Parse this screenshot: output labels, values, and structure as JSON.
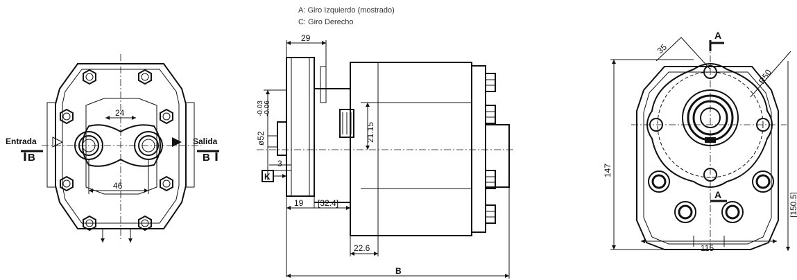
{
  "notes": {
    "line_a": "A: Giro Izquierdo (mostrado)",
    "line_c": "C: Giro Derecho"
  },
  "front_view": {
    "inlet_label": "Entrada",
    "outlet_label": "Salida",
    "section_left": "B",
    "section_right": "B",
    "dim_port_top": "24",
    "dim_port_bottom": "46"
  },
  "side_view": {
    "dim_flange": "29",
    "dim_shaft_dia": "ø52",
    "dim_shaft_tol_upper": "-0.03",
    "dim_shaft_tol_lower": "-0.06",
    "dim_offset": "21.15",
    "dim_key": "3",
    "datum_label": "K",
    "dim_hub": "19",
    "dim_ref": "[32.4]",
    "dim_port_pos": "22.6",
    "dim_length": "B"
  },
  "end_view": {
    "dim_bolt": "35",
    "dim_radius": "R50",
    "section_top": "A",
    "section_bottom": "A",
    "dim_height": "147",
    "dim_ref_height": "[150.5]",
    "dim_width": "115"
  }
}
